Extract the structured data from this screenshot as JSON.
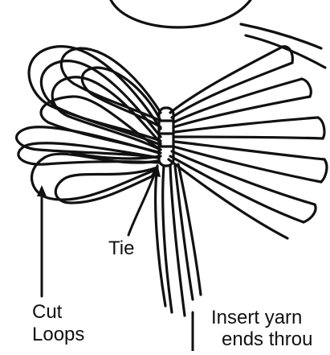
{
  "labels": {
    "cut": "Cut",
    "loops": "Loops",
    "tie": "Tie",
    "insert_line1": "Insert yarn",
    "insert_line2": "ends throu"
  },
  "colors": {
    "ink": "#111111",
    "paper": "#ffffff"
  }
}
